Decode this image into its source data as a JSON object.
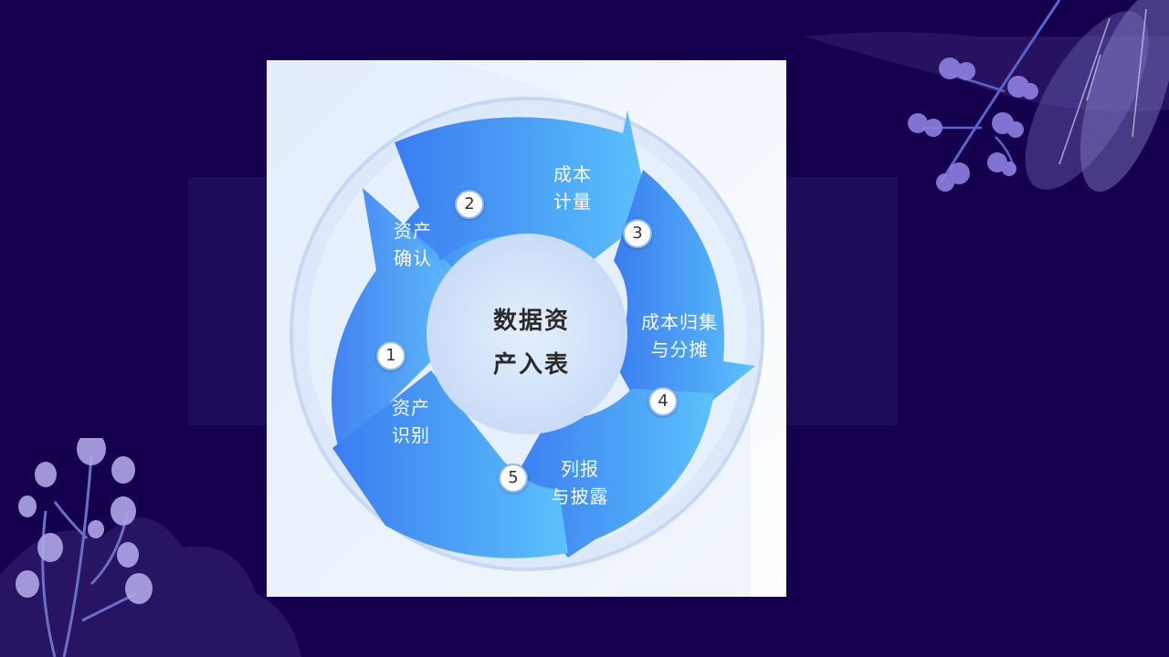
{
  "diagram": {
    "center_label": "数据资\n产入表",
    "steps": [
      {
        "number": "1",
        "label": "资产\n识别"
      },
      {
        "number": "2",
        "label": "资产\n确认"
      },
      {
        "number": "3",
        "label": "成本\n计量"
      },
      {
        "number": "4",
        "label": "成本归集\n与分摊"
      },
      {
        "number": "5",
        "label": "列报\n与披露"
      }
    ]
  },
  "colors": {
    "background": "#14004d",
    "arrow_dark": "#3a7cf0",
    "arrow_light": "#5bc2fb",
    "center": "#d6e6fb"
  }
}
